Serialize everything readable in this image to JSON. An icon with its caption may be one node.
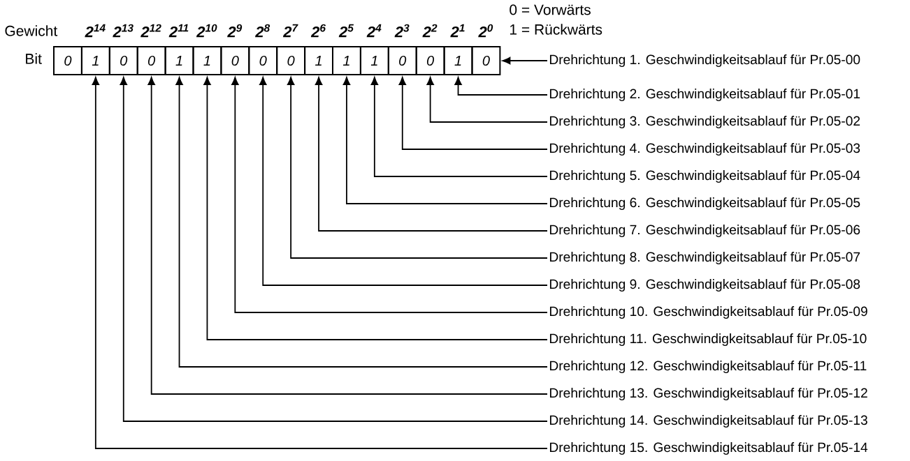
{
  "diagram": {
    "nodes": [
      {
        "text": [
          "0"
        ]
      },
      {
        "text": [
          "1"
        ]
      },
      {
        "text": [
          "0"
        ]
      },
      {
        "text": [
          "0"
        ]
      },
      {
        "text": [
          "1"
        ]
      },
      {
        "text": [
          "1"
        ]
      },
      {
        "text": [
          "0"
        ]
      },
      {
        "text": [
          "0"
        ]
      },
      {
        "text": [
          "0"
        ]
      },
      {
        "text": [
          "1"
        ]
      },
      {
        "text": [
          "1"
        ]
      },
      {
        "text": [
          "1"
        ]
      },
      {
        "text": [
          "0"
        ]
      },
      {
        "text": [
          "0"
        ]
      },
      {
        "text": [
          "1"
        ]
      },
      {
        "text": [
          "0"
        ]
      },
      {
        "text": [
          "Drehrichtung 1. Geschwindigkeitsablauf für Pr.05-00"
        ]
      },
      {
        "text": [
          "Drehrichtung 2. Geschwindigkeitsablauf für Pr.05-01"
        ]
      },
      {
        "text": [
          "Drehrichtung 3. Geschwindigkeitsablauf für Pr.05-02"
        ]
      },
      {
        "text": [
          "Drehrichtung 4. Geschwindigkeitsablauf für Pr.05-03"
        ]
      },
      {
        "text": [
          "Drehrichtung 5. Geschwindigkeitsablauf für Pr.05-04"
        ]
      },
      {
        "text": [
          "Drehrichtung 6. Geschwindigkeitsablauf für Pr.05-05"
        ]
      },
      {
        "text": [
          "Drehrichtung 7. Geschwindigkeitsablauf für Pr.05-06"
        ]
      },
      {
        "text": [
          "Drehrichtung 8. Geschwindigkeitsablauf für Pr.05-07"
        ]
      },
      {
        "text": [
          "Drehrichtung 9. Geschwindigkeitsablauf für Pr.05-08"
        ]
      },
      {
        "text": [
          "Drehrichtung 10. Geschwindigkeitsablauf für Pr.05-09"
        ]
      },
      {
        "text": [
          "Drehrichtung 11. Geschwindigkeitsablauf für Pr.05-10"
        ]
      },
      {
        "text": [
          "Drehrichtung 12. Geschwindigkeitsablauf für Pr.05-11"
        ]
      },
      {
        "text": [
          "Drehrichtung 13. Geschwindigkeitsablauf für Pr.05-12"
        ]
      },
      {
        "text": [
          "Drehrichtung 14. Geschwindigkeitsablauf für Pr.05-13"
        ]
      },
      {
        "text": [
          "Drehrichtung 15. Geschwindigkeitsablauf für Pr.05-14"
        ]
      }
    ],
    "edges": [
      {
        "from": 16,
        "to": 15,
        "arrow": "to"
      },
      {
        "from": 17,
        "to": 14,
        "arrow": "to"
      },
      {
        "from": 18,
        "to": 13,
        "arrow": "to"
      },
      {
        "from": 19,
        "to": 12,
        "arrow": "to"
      },
      {
        "from": 20,
        "to": 11,
        "arrow": "to"
      },
      {
        "from": 21,
        "to": 10,
        "arrow": "to"
      },
      {
        "from": 22,
        "to": 9,
        "arrow": "to"
      },
      {
        "from": 23,
        "to": 8,
        "arrow": "to"
      },
      {
        "from": 24,
        "to": 7,
        "arrow": "to"
      },
      {
        "from": 25,
        "to": 6,
        "arrow": "to"
      },
      {
        "from": 26,
        "to": 5,
        "arrow": "to"
      },
      {
        "from": 27,
        "to": 4,
        "arrow": "to"
      },
      {
        "from": 28,
        "to": 3,
        "arrow": "to"
      },
      {
        "from": 29,
        "to": 2,
        "arrow": "to"
      },
      {
        "from": 30,
        "to": 1,
        "arrow": "to"
      }
    ],
    "labels": [
      "0 = Vorwärts",
      "Gewicht",
      "2$^{14}$",
      "2$^{13}$",
      "2$^{12}$",
      "2$^{11}$",
      "2$^{10}$",
      "2$^{9}$",
      "2$^{8}$",
      "2$^{7}$",
      "2$^{6}$",
      "2$^{5}$",
      "2$^{4}$",
      "2$^{3}$",
      "2$^{2}$",
      "2$^{1}$",
      "2$^{0}$",
      "1 = Rückwärts",
      "Bit"
    ]
  }
}
